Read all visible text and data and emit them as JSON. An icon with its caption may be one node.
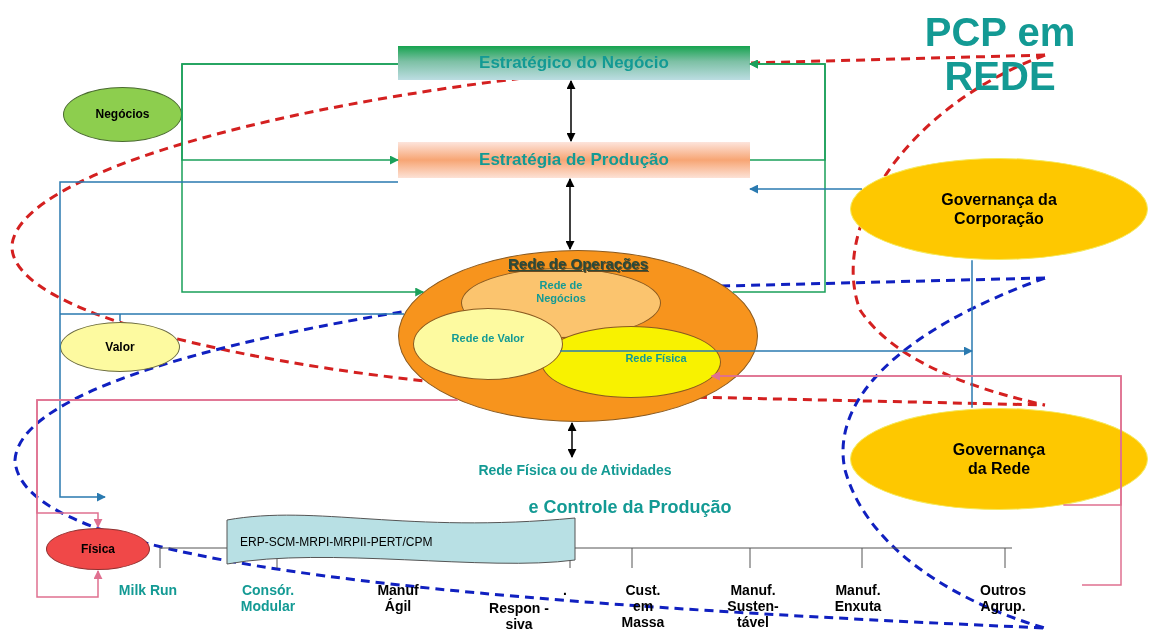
{
  "diagram": {
    "title": "PCP em REDE",
    "nodes": [
      {
        "text": [
          "Estratégico do Negócio"
        ]
      },
      {
        "text": [
          "Estratégia de Produção"
        ]
      },
      {
        "text": [
          "Rede de Operações"
        ]
      },
      {
        "text": [
          "Rede de Negócios"
        ],
        "in": 2
      },
      {
        "text": [
          "Rede de Valor"
        ],
        "in": 2
      },
      {
        "text": [
          "Rede Física"
        ],
        "in": 2
      },
      {
        "text": [
          "Negócios"
        ]
      },
      {
        "text": [
          "Valor"
        ]
      },
      {
        "text": [
          "Física"
        ]
      },
      {
        "text": [
          "Governança da Corporação"
        ]
      },
      {
        "text": [
          "Governança da Rede"
        ]
      },
      {
        "text": [
          "ERP-SCM-MRPI-MRPII-PERT/CPM"
        ]
      },
      {
        "text": [
          "Rede Física ou de Atividades"
        ]
      }
    ],
    "edges": [
      {
        "from": 0,
        "to": 1,
        "arrow": "both",
        "color": "#000000"
      },
      {
        "from": 1,
        "to": 2,
        "arrow": "both",
        "color": "#000000"
      },
      {
        "from": 2,
        "to": 12,
        "arrow": "both",
        "color": "#000000"
      },
      {
        "from": 0,
        "to": 1,
        "arrow": "to",
        "color": "#1aa05a"
      },
      {
        "from": 0,
        "to": 2,
        "arrow": "to",
        "color": "#1aa05a"
      },
      {
        "from": 1,
        "to": 0,
        "arrow": "to",
        "color": "#1aa05a"
      },
      {
        "from": 2,
        "to": 0,
        "arrow": "to",
        "color": "#1aa05a"
      },
      {
        "from": 9,
        "to": 1,
        "arrow": "to",
        "color": "#2a7ab0"
      },
      {
        "from": 1,
        "to": null,
        "arrow": "to",
        "color": "#2a7ab0"
      },
      {
        "from": 2,
        "to": 7,
        "arrow": "none",
        "color": "#2a7ab0"
      },
      {
        "from": 9,
        "to": 10,
        "arrow": "none",
        "color": "#2a7ab0"
      },
      {
        "from": 4,
        "to": null,
        "arrow": "to",
        "color": "#2a7ab0"
      },
      {
        "from": 2,
        "to": 8,
        "arrow": "to",
        "color": "#e07090"
      },
      {
        "from": 2,
        "to": 8,
        "arrow": "to",
        "color": "#e07090"
      },
      {
        "from": 10,
        "to": 5,
        "arrow": "to",
        "color": "#e07090"
      },
      {
        "from": null,
        "to": 5,
        "arrow": "to",
        "color": "#e07090"
      }
    ],
    "labels": [
      "e Controle da Produção",
      "Milk Run",
      "Consór. Modular",
      "Manuf Ágil",
      "Respon -siva",
      ".",
      "Cust. em Massa",
      "Manuf. Susten-tável",
      "Manuf. Enxuta",
      "Outros Agrup."
    ]
  }
}
